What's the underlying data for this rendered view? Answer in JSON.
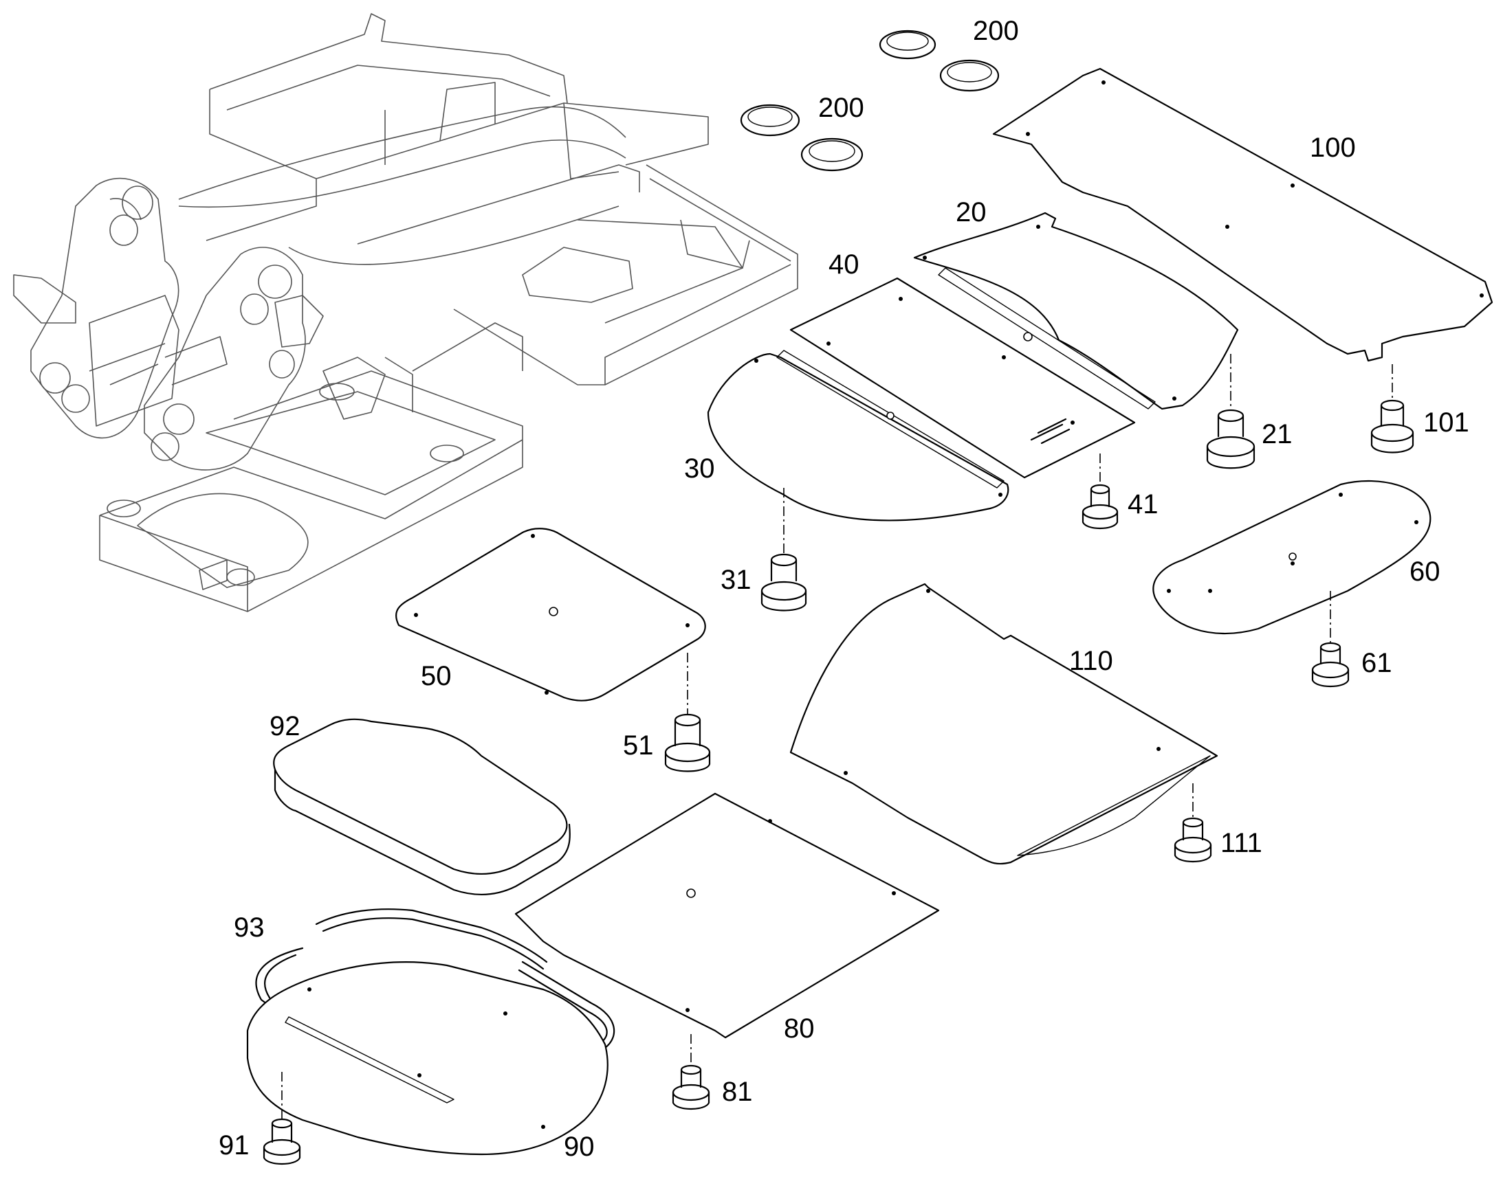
{
  "diagram": {
    "callouts": [
      {
        "id": "200a",
        "text": "200"
      },
      {
        "id": "200b",
        "text": "200"
      },
      {
        "id": "100",
        "text": "100"
      },
      {
        "id": "20",
        "text": "20"
      },
      {
        "id": "40",
        "text": "40"
      },
      {
        "id": "30",
        "text": "30"
      },
      {
        "id": "21",
        "text": "21"
      },
      {
        "id": "101",
        "text": "101"
      },
      {
        "id": "41",
        "text": "41"
      },
      {
        "id": "31",
        "text": "31"
      },
      {
        "id": "60",
        "text": "60"
      },
      {
        "id": "61",
        "text": "61"
      },
      {
        "id": "50",
        "text": "50"
      },
      {
        "id": "110",
        "text": "110"
      },
      {
        "id": "51",
        "text": "51"
      },
      {
        "id": "92",
        "text": "92"
      },
      {
        "id": "111",
        "text": "111"
      },
      {
        "id": "93",
        "text": "93"
      },
      {
        "id": "80",
        "text": "80"
      },
      {
        "id": "81",
        "text": "81"
      },
      {
        "id": "91",
        "text": "91"
      },
      {
        "id": "90",
        "text": "90"
      }
    ]
  }
}
